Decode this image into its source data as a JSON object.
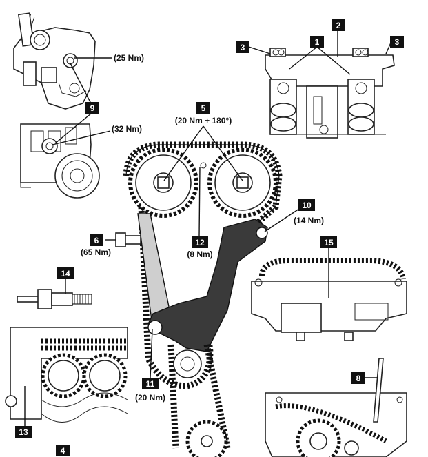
{
  "callouts": [
    {
      "id": "c1",
      "number": "1"
    },
    {
      "id": "c2",
      "number": "2"
    },
    {
      "id": "c3a",
      "number": "3"
    },
    {
      "id": "c3b",
      "number": "3"
    },
    {
      "id": "c4",
      "number": "4"
    },
    {
      "id": "c5",
      "number": "5"
    },
    {
      "id": "c6",
      "number": "6"
    },
    {
      "id": "c8",
      "number": "8"
    },
    {
      "id": "c9",
      "number": "9"
    },
    {
      "id": "c10",
      "number": "10"
    },
    {
      "id": "c11",
      "number": "11"
    },
    {
      "id": "c12",
      "number": "12"
    },
    {
      "id": "c13",
      "number": "13"
    },
    {
      "id": "c14",
      "number": "14"
    },
    {
      "id": "c15",
      "number": "15"
    }
  ],
  "torques": {
    "t25": "(25 Nm)",
    "t32": "(32 Nm)",
    "t5": "(20 Nm + 180°)",
    "t10": "(14 Nm)",
    "t6": "(65 Nm)",
    "t12": "(8 Nm)",
    "t11": "(20 Nm)"
  },
  "colors": {
    "line": "#111111",
    "tensioner_fill": "#3a3a3a",
    "guide_fill": "#cfcfcf",
    "callout_bg": "#111111",
    "callout_text": "#ffffff"
  }
}
